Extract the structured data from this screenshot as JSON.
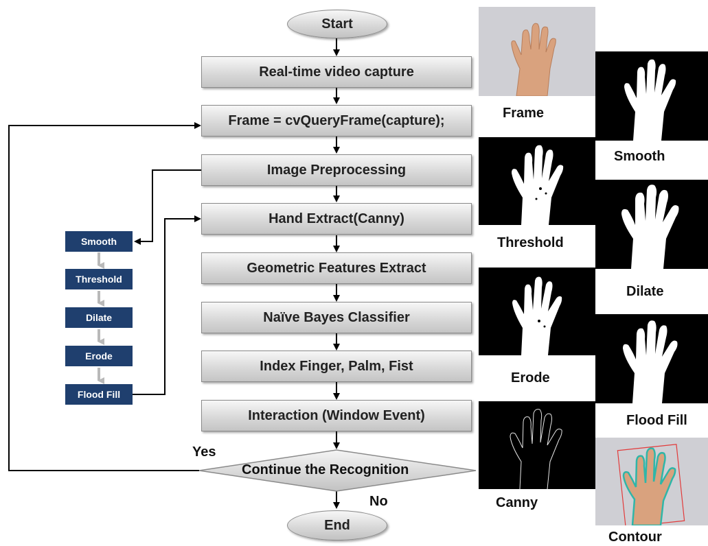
{
  "flow": {
    "start": "Start",
    "end": "End",
    "steps": [
      "Real-time video capture",
      "Frame = cvQueryFrame(capture);",
      "Image Preprocessing",
      "Hand Extract(Canny)",
      "Geometric Features Extract",
      "Naïve Bayes Classifier",
      "Index Finger, Palm, Fist",
      "Interaction (Window Event)"
    ],
    "decision": "Continue the Recognition",
    "yes_label": "Yes",
    "no_label": "No"
  },
  "preprocessing_steps": [
    "Smooth",
    "Threshold",
    "Dilate",
    "Erode",
    "Flood Fill"
  ],
  "image_captions": {
    "frame": "Frame",
    "smooth": "Smooth",
    "threshold": "Threshold",
    "dilate": "Dilate",
    "erode": "Erode",
    "flood_fill": "Flood Fill",
    "canny": "Canny",
    "contour": "Contour"
  },
  "colors": {
    "step_box": "#1f3f6e",
    "arrow": "#000000",
    "skin": "#d9a27e",
    "wall": "#cfcfd4"
  }
}
